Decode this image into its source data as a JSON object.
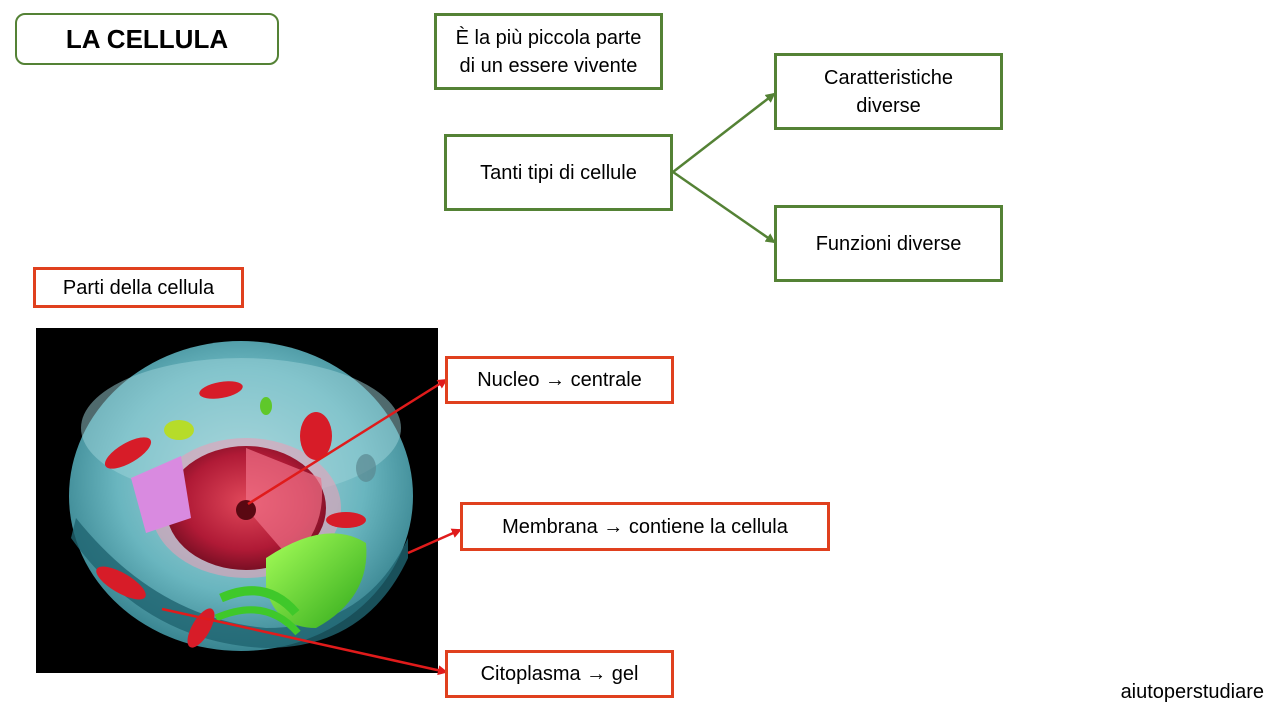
{
  "title": "LA CELLULA",
  "definition": [
    "È la più piccola parte",
    "di un essere vivente"
  ],
  "types": "Tanti tipi di cellule",
  "characteristics": [
    "Caratteristiche",
    "diverse"
  ],
  "functions": "Funzioni diverse",
  "parts_header": "Parti della cellula",
  "parts": {
    "nucleo": "Nucleo → centrale",
    "membrana": "Membrana → contiene la cellula",
    "citoplasma": "Citoplasma → gel"
  },
  "credit": "aiutoperstudiare",
  "colors": {
    "green_border": "#548235",
    "red_border": "#e0401e",
    "arrow_red": "#e01b1b"
  }
}
